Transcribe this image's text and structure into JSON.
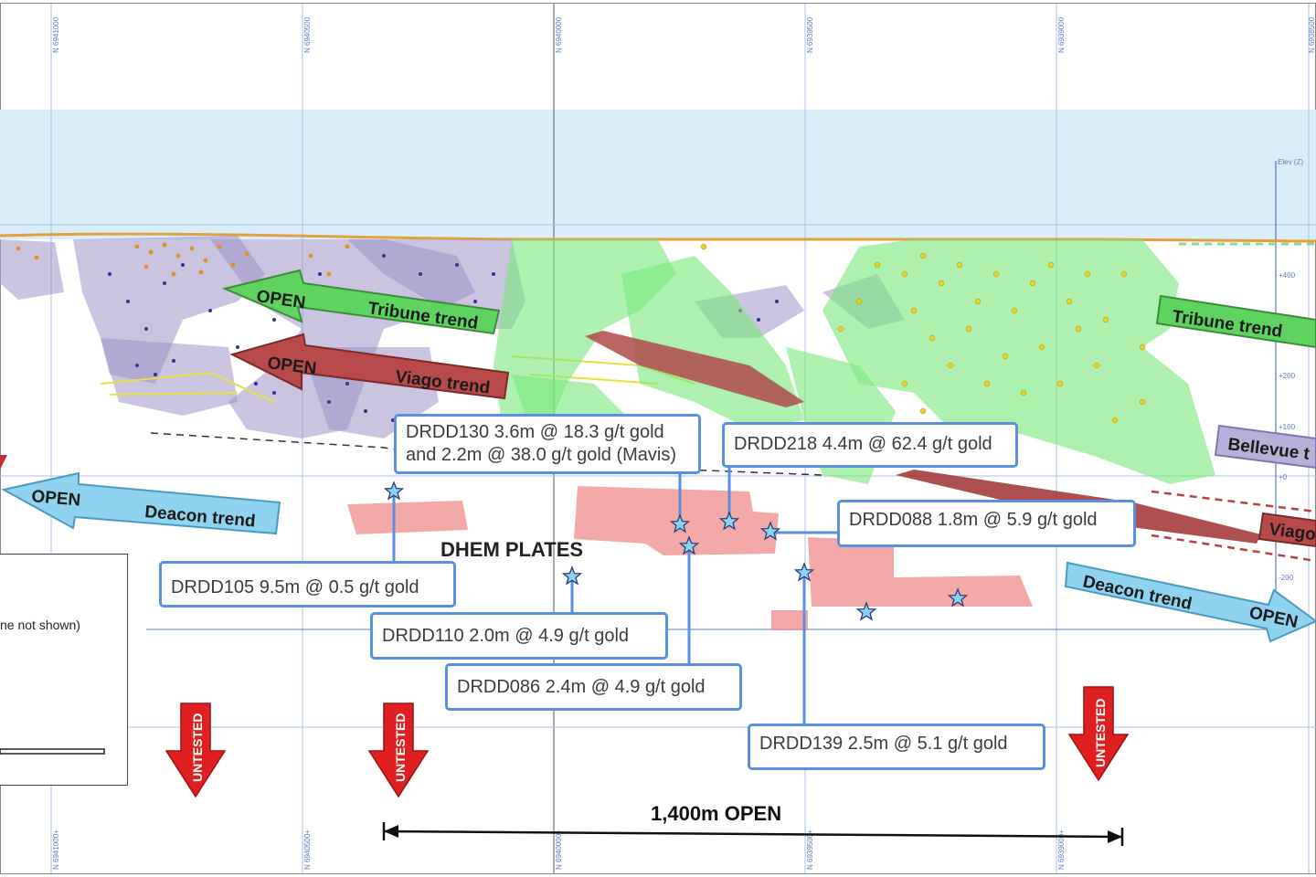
{
  "trend_arrows": {
    "tribune_left_open": "OPEN",
    "tribune_left_name": "Tribune trend",
    "viago_left_open": "OPEN",
    "viago_left_name": "Viago trend",
    "deacon_left_open": "OPEN",
    "deacon_left_name": "Deacon trend",
    "tribune_right_name": "Tribune trend",
    "bellevue_right_name": "Bellevue t",
    "viago_right_name": "Viago",
    "deacon_right_name": "Deacon trend",
    "deacon_right_open": "OPEN"
  },
  "section_title": "DHEM PLATES",
  "callouts": [
    {
      "id": "drdd130",
      "lines": [
        "DRDD130 3.6m @ 18.3 g/t gold",
        "and 2.2m @ 38.0 g/t gold (Mavis)"
      ]
    },
    {
      "id": "drdd218",
      "lines": [
        "DRDD218 4.4m @ 62.4 g/t gold"
      ]
    },
    {
      "id": "drdd088",
      "lines": [
        "DRDD088 1.8m @ 5.9 g/t gold"
      ]
    },
    {
      "id": "drdd105",
      "lines": [
        "DRDD105 9.5m @ 0.5 g/t gold"
      ]
    },
    {
      "id": "drdd110",
      "lines": [
        "DRDD110 2.0m @ 4.9 g/t gold"
      ]
    },
    {
      "id": "drdd086",
      "lines": [
        "DRDD086 2.4m @ 4.9 g/t gold"
      ]
    },
    {
      "id": "drdd139",
      "lines": [
        "DRDD139 2.5m @ 5.1 g/t gold"
      ]
    }
  ],
  "untested_label": "UNTESTED",
  "open_extent_label": "1,400m OPEN",
  "legend": {
    "partial_text": "ne not shown)"
  },
  "grid_labels": {
    "top": [
      "N 6941000",
      "N 6940500",
      "N 6940000",
      "N 6939500",
      "N 6939000",
      "N 6938500"
    ],
    "bottom": [
      "N 6941000+",
      "N 6940500+",
      "N 6940000+",
      "N 6939500+",
      "N 6939000+"
    ],
    "elev_title": "Elev (Z)",
    "elev_ticks": [
      "+400",
      "+200",
      "+100",
      "+0",
      "-200"
    ]
  },
  "colors": {
    "grid_line": "#a9c3ea",
    "sky_band": "#d9eef8",
    "callout_border": "#5b8fe0",
    "green_arrow": "#5fd35f",
    "red_arrow": "#b84a4a",
    "blue_arrow": "#8fd3f0",
    "purple_body": "#9e94c8",
    "green_body": "#78e878",
    "dhem_plate": "#f08c8c",
    "untested_arrow": "#e02020",
    "star_fill": "#8ad4f0"
  }
}
